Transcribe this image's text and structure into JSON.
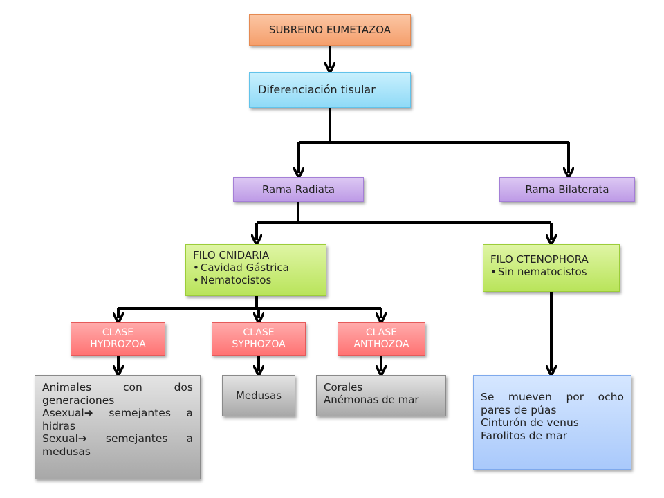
{
  "nodes": {
    "subreino": "SUBREINO EUMETAZOA",
    "diferenciacion": "Diferenciación tisular",
    "radiata": "Rama Radiata",
    "bilaterata": "Rama Bilaterata",
    "cnidaria": {
      "title": "FILO CNIDARIA",
      "items": [
        "Cavidad Gástrica",
        "Nematocistos"
      ]
    },
    "ctenophora": {
      "title": "FILO CTENOPHORA",
      "items": [
        "Sin nematocistos"
      ]
    },
    "hydrozoa": {
      "line1": "CLASE",
      "line2": "HYDROZOA"
    },
    "syphozoa": {
      "line1": "CLASE",
      "line2": "SYPHOZOA"
    },
    "anthozoa": {
      "line1": "CLASE",
      "line2": "ANTHOZOA"
    },
    "hydrozoa_desc": {
      "line1": "Animales con dos generaciones",
      "line2_word": "Asexual",
      "line2_rest": " semejantes a hidras",
      "line3_word": "Sexual",
      "line3_rest": " semejantes a medusas",
      "arrow": "➔"
    },
    "syphozoa_desc": "Medusas",
    "anthozoa_desc": [
      "Corales",
      "Anémonas de mar"
    ],
    "ctenophora_desc": [
      "Se mueven por ocho pares de púas",
      "Cinturón de venus",
      "Farolitos de mar"
    ]
  },
  "colors": {
    "connector": "#000000"
  }
}
